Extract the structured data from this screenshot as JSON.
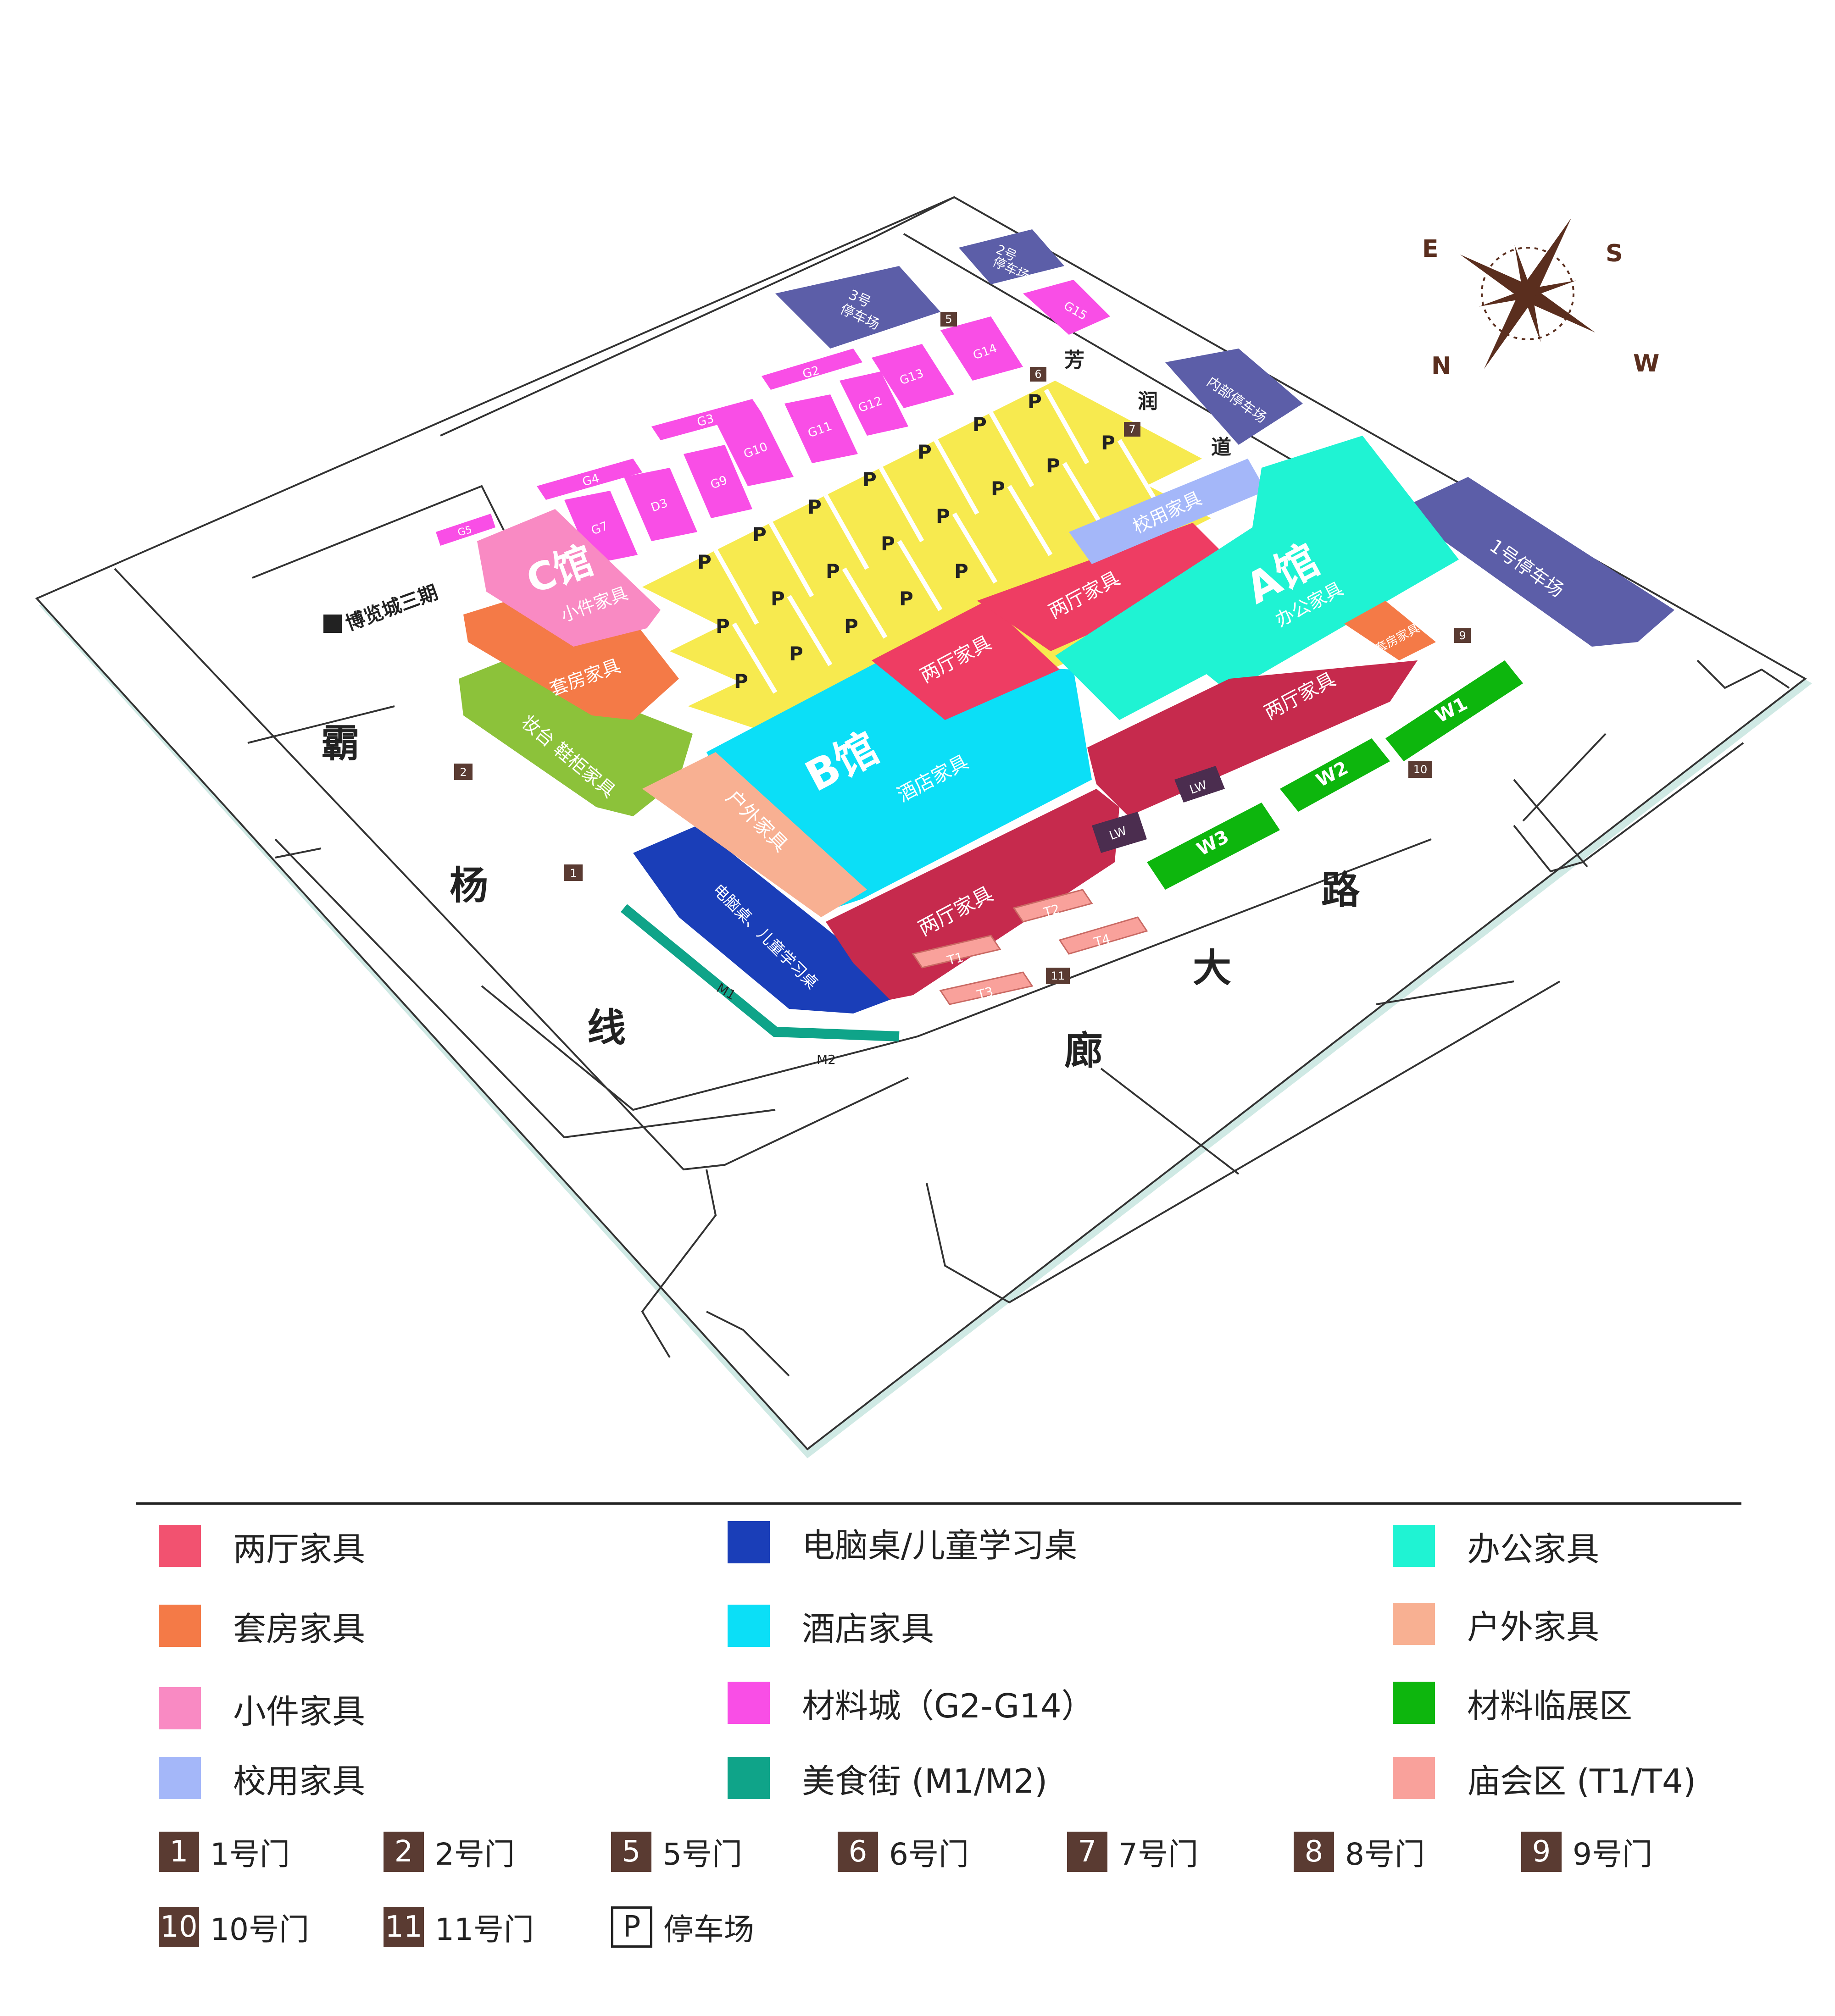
{
  "compass": {
    "e": "E",
    "s": "S",
    "n": "N",
    "w": "W"
  },
  "roads": {
    "bayang": [
      "霸",
      "杨",
      "线"
    ],
    "langda": [
      "廊",
      "大",
      "路"
    ],
    "fangrun": [
      "芳",
      "润",
      "道"
    ]
  },
  "logo": "博览城三期",
  "halls": {
    "a": {
      "title": "A馆",
      "sub": "办公家具"
    },
    "b": {
      "title": "B馆",
      "sub": "酒店家具"
    },
    "c": {
      "title": "C馆",
      "sub": "小件家具"
    }
  },
  "zones": {
    "school": "校用家具",
    "living_a1": "两厅家具",
    "living_a2": "两厅家具",
    "living_e": "两厅家具",
    "living_s": "两厅家具",
    "bedroom_c": "套房家具",
    "bedroom_e": "套房家具",
    "dresser": "妆台 鞋柜家具",
    "outdoor": "户外家具",
    "computer": "电脑桌、儿童学习桌"
  },
  "parking_lots": {
    "p1": "1号停车场",
    "p2": [
      "2号",
      "停车场"
    ],
    "p3": [
      "3号",
      "停车场"
    ],
    "inner": "内部停车场"
  },
  "market_lots": [
    "G2",
    "G3",
    "G4",
    "G5",
    "G7",
    "D3",
    "G9",
    "G10",
    "G11",
    "G12",
    "G13",
    "G14",
    "G15"
  ],
  "temp_lots": [
    "W1",
    "W2",
    "W3"
  ],
  "fair_lots": [
    "T1",
    "T2",
    "T3",
    "T4"
  ],
  "food_lots": [
    "M1",
    "M2"
  ],
  "lw": [
    "LW",
    "LW"
  ],
  "gates_on_map": [
    "1",
    "2",
    "5",
    "6",
    "7",
    "9",
    "10",
    "11"
  ],
  "parking_symbol": "P",
  "legend": {
    "items": [
      {
        "label": "两厅家具",
        "color": "#f25270"
      },
      {
        "label": "电脑桌/儿童学习桌",
        "color": "#1a3eb8"
      },
      {
        "label": "办公家具",
        "color": "#1ff3d3"
      },
      {
        "label": "套房家具",
        "color": "#f47a47"
      },
      {
        "label": "酒店家具",
        "color": "#0bdff7"
      },
      {
        "label": "户外家具",
        "color": "#f8b092"
      },
      {
        "label": "小件家具",
        "color": "#f98ac3"
      },
      {
        "label": "材料城（G2-G14）",
        "color": "#f94ee6"
      },
      {
        "label": "材料临展区",
        "color": "#0db60d"
      },
      {
        "label": "校用家具",
        "color": "#a4b7f9"
      },
      {
        "label": "美食街 (M1/M2)",
        "color": "#0fa489"
      },
      {
        "label": "庙会区 (T1/T4)",
        "color": "#f9a19b"
      }
    ],
    "gates": [
      {
        "num": "1",
        "label": "1号门"
      },
      {
        "num": "2",
        "label": "2号门"
      },
      {
        "num": "5",
        "label": "5号门"
      },
      {
        "num": "6",
        "label": "6号门"
      },
      {
        "num": "7",
        "label": "7号门"
      },
      {
        "num": "8",
        "label": "8号门"
      },
      {
        "num": "9",
        "label": "9号门"
      },
      {
        "num": "10",
        "label": "10号门"
      },
      {
        "num": "11",
        "label": "11号门"
      },
      {
        "num": "P",
        "label": "停车场"
      }
    ]
  }
}
